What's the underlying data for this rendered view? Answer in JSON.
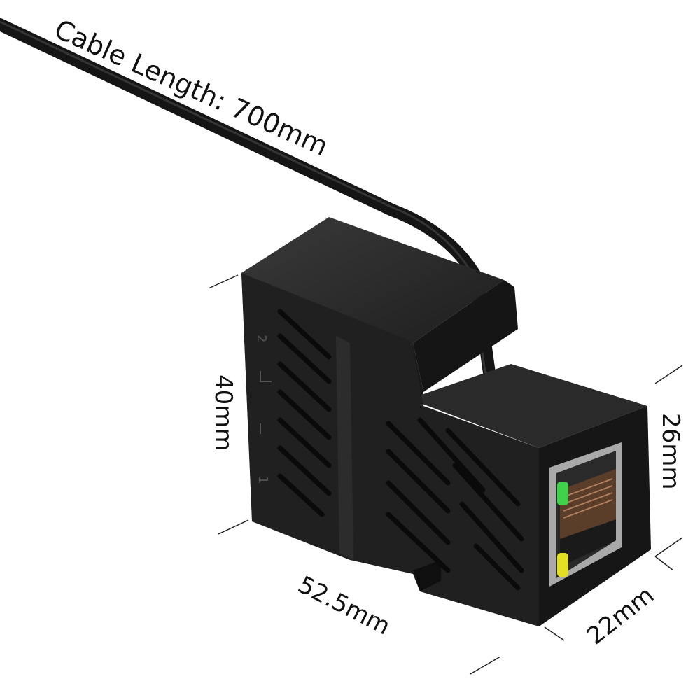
{
  "image": {
    "subject": "ethernet-splitter-adapter-photo",
    "background_color": "#ffffff",
    "body_color": "#1c1c1c",
    "led_green": "#3fd24a",
    "led_yellow": "#e3e024",
    "port_frame_color": "#a9a9a9"
  },
  "labels": {
    "cable_length": "Cable Length: 700mm",
    "height": "40mm",
    "width": "52.5mm",
    "depth": "22mm",
    "port_height": "26mm"
  },
  "port_markings": {
    "top": "2",
    "bottom": "1"
  }
}
